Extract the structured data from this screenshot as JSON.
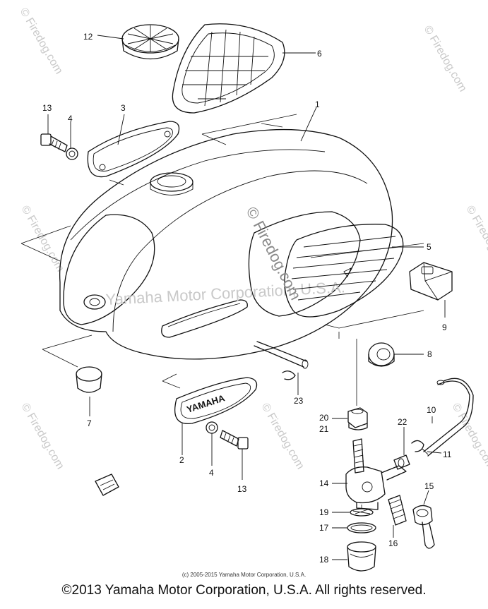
{
  "diagram": {
    "callouts": [
      "1",
      "2",
      "3",
      "4",
      "5",
      "6",
      "7",
      "8",
      "9",
      "10",
      "11",
      "12",
      "13",
      "14",
      "15",
      "16",
      "17",
      "18",
      "19",
      "20",
      "21",
      "22",
      "23"
    ],
    "tank_badge": "YAMAHA",
    "watermarks": {
      "main": "© Firedog.com",
      "faded": "Yamaha Motor Corporation, U.S.A.",
      "corner": "© Firedog.com"
    },
    "small_copyright": "(c) 2005-2015 Yamaha Motor Corporation, U.S.A.",
    "footer_copyright": "©2013 Yamaha Motor Corporation, U.S.A. All rights reserved."
  }
}
